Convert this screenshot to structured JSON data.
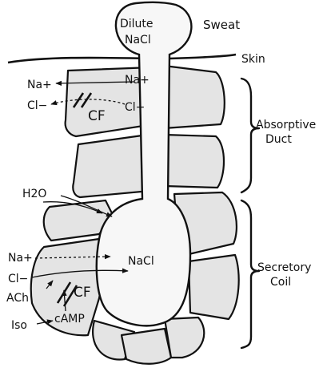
{
  "labels": {
    "dilute": "Dilute",
    "nacl_top": "NaCl",
    "sweat": "Sweat",
    "skin": "Skin",
    "na_plus_duct_left": "Na+",
    "na_plus_duct_right": "Na+",
    "cl_minus_duct_left": "Cl−",
    "cl_minus_duct_right": "Cl−",
    "cf_duct": "CF",
    "absorptive": "Absorptive",
    "duct": "Duct",
    "h2o": "H2O",
    "na_plus_coil": "Na+",
    "nacl_coil": "NaCl",
    "cl_minus_coil": "Cl−",
    "cf_coil": "CF",
    "ach": "ACh",
    "iso": "Iso",
    "camp": "cAMP",
    "secretory": "Secretory",
    "coil": "Coil"
  }
}
